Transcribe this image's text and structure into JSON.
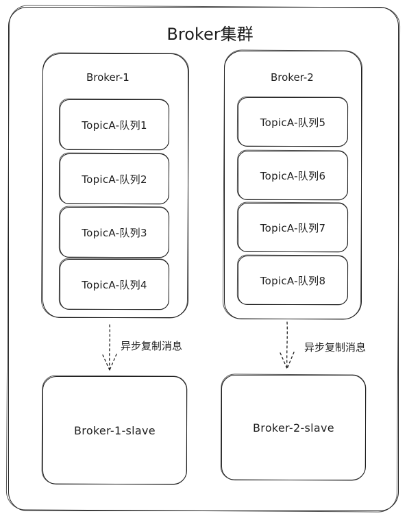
{
  "diagram": {
    "title": "Broker集群",
    "brokers": [
      {
        "name": "Broker-1",
        "queues": [
          "TopicA-队列1",
          "TopicA-队列2",
          "TopicA-队列3",
          "TopicA-队列4"
        ],
        "replication_label": "异步复制消息",
        "slave": "Broker-1-slave"
      },
      {
        "name": "Broker-2",
        "queues": [
          "TopicA-队列5",
          "TopicA-队列6",
          "TopicA-队列7",
          "TopicA-队列8"
        ],
        "replication_label": "异步复制消息",
        "slave": "Broker-2-slave"
      }
    ]
  }
}
